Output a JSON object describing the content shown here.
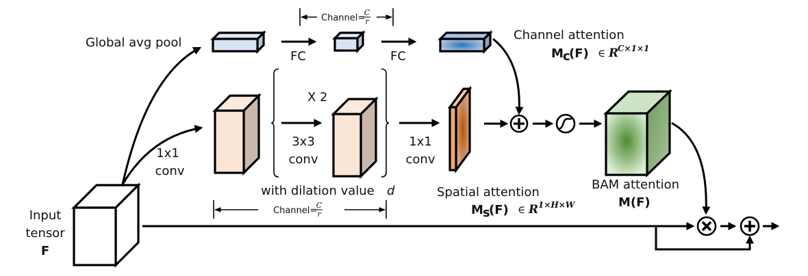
{
  "diagram": {
    "title": "BAM (Bottleneck Attention Module)",
    "input": {
      "label_line1": "Input",
      "label_line2": "tensor",
      "symbol": "F"
    },
    "channel_branch": {
      "pool_label": "Global avg pool",
      "fc1_label": "FC",
      "fc2_label": "FC",
      "reduction_label": "Channel=",
      "reduction_num": "C",
      "reduction_den": "r",
      "output_title": "Channel attention",
      "output_symbol": "M",
      "output_sub": "c",
      "output_arg": "(F)",
      "output_in": "∈",
      "output_space": "R",
      "output_dims": "C×1×1"
    },
    "spatial_branch": {
      "conv1_line1": "1x1",
      "conv1_line2": "conv",
      "repeat_label": "X 2",
      "conv3_line1": "3x3",
      "conv3_line2": "conv",
      "dilation_label": "with dilation value",
      "dilation_symbol": "d",
      "conv_final_line1": "1x1",
      "conv_final_line2": "conv",
      "reduction_label": "Channel=",
      "reduction_num": "C",
      "reduction_den": "r",
      "output_title": "Spatial attention",
      "output_symbol": "M",
      "output_sub": "s",
      "output_arg": "(F)",
      "output_in": "∈",
      "output_space": "R",
      "output_dims": "1×H×W"
    },
    "combine": {
      "sum_op": "element-wise sum",
      "sigmoid_op": "sigmoid",
      "output_title": "BAM attention",
      "output_symbol": "M(F)",
      "multiply_op": "element-wise multiply",
      "residual_op": "element-wise sum"
    },
    "colors": {
      "channel_light": "#d9e2f3",
      "channel_dark": "#2e75b6",
      "spatial_conv": "#fbe5d6",
      "spatial_conv_side": "#c9b9ad",
      "spatial_map": "#c55a11",
      "bam_light": "#d6ead0",
      "bam_dark": "#548235"
    }
  }
}
